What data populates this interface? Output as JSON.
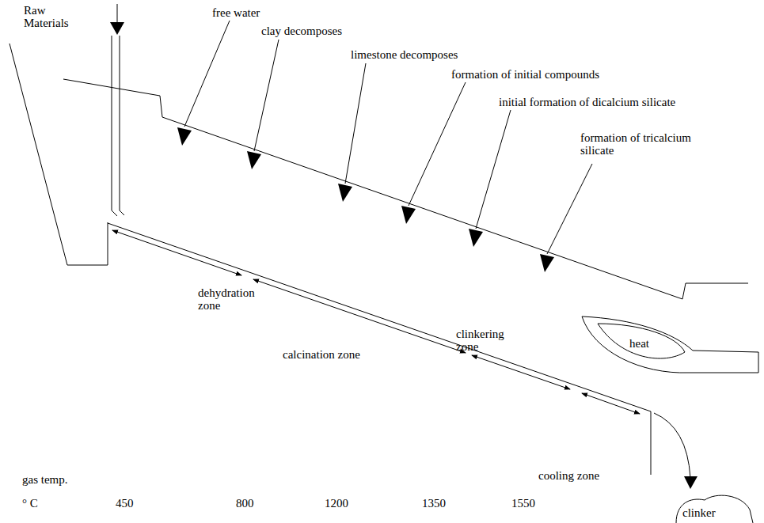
{
  "diagram": {
    "nodes": [
      {
        "text": [
          "heat"
        ]
      },
      {
        "text": [
          "clinker"
        ]
      }
    ],
    "labels": [
      "Raw Materials",
      "free water",
      "clay decomposes",
      "limestone decomposes",
      "formation of initial compounds",
      "initial formation of dicalcium silicate",
      "formation of tricalcium silicate",
      "dehydration zone",
      "calcination zone",
      "clinkering zone",
      "cooling zone",
      "gas temp.",
      "° C",
      "450",
      "800",
      "1200",
      "1350",
      "1550"
    ]
  }
}
